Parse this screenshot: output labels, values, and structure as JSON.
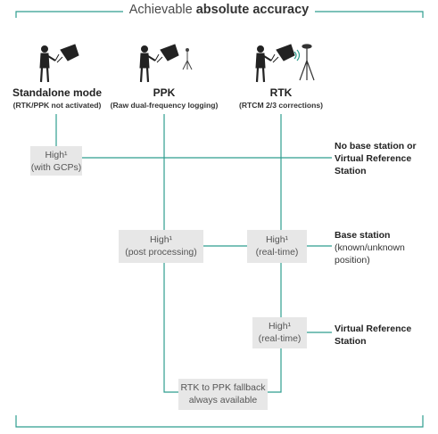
{
  "title": {
    "prefix": "Achievable",
    "bold": "absolute accuracy"
  },
  "modes": [
    {
      "name": "Standalone mode",
      "sub": "(RTK/PPK not activated)",
      "icon": "drone-operator-icon"
    },
    {
      "name": "PPK",
      "sub": "(Raw dual-frequency logging)",
      "icon": "drone-operator-with-small-tripod-icon"
    },
    {
      "name": "RTK",
      "sub": "(RTCM 2/3 corrections)",
      "icon": "drone-operator-with-base-station-icon"
    }
  ],
  "rows": [
    {
      "bold_lines": [
        "No base station or",
        "Virtual Reference",
        "Station"
      ],
      "normal_lines": []
    },
    {
      "bold_lines": [
        "Base station"
      ],
      "normal_lines": [
        "(known/unknown",
        "position)"
      ]
    },
    {
      "bold_lines": [
        "Virtual Reference",
        "Station"
      ],
      "normal_lines": []
    }
  ],
  "boxes": {
    "standalone_none": {
      "line1": "High¹",
      "line2": "(with GCPs)"
    },
    "ppk_base": {
      "line1": "High¹",
      "line2": "(post processing)"
    },
    "rtk_base": {
      "line1": "High¹",
      "line2": "(real-time)"
    },
    "rtk_vrs": {
      "line1": "High¹",
      "line2": "(real-time)"
    },
    "fallback": {
      "line1": "RTK to PPK fallback",
      "line2": "always available"
    }
  },
  "colors": {
    "line": "#2f9e8f",
    "box": "#e7e7e7"
  }
}
